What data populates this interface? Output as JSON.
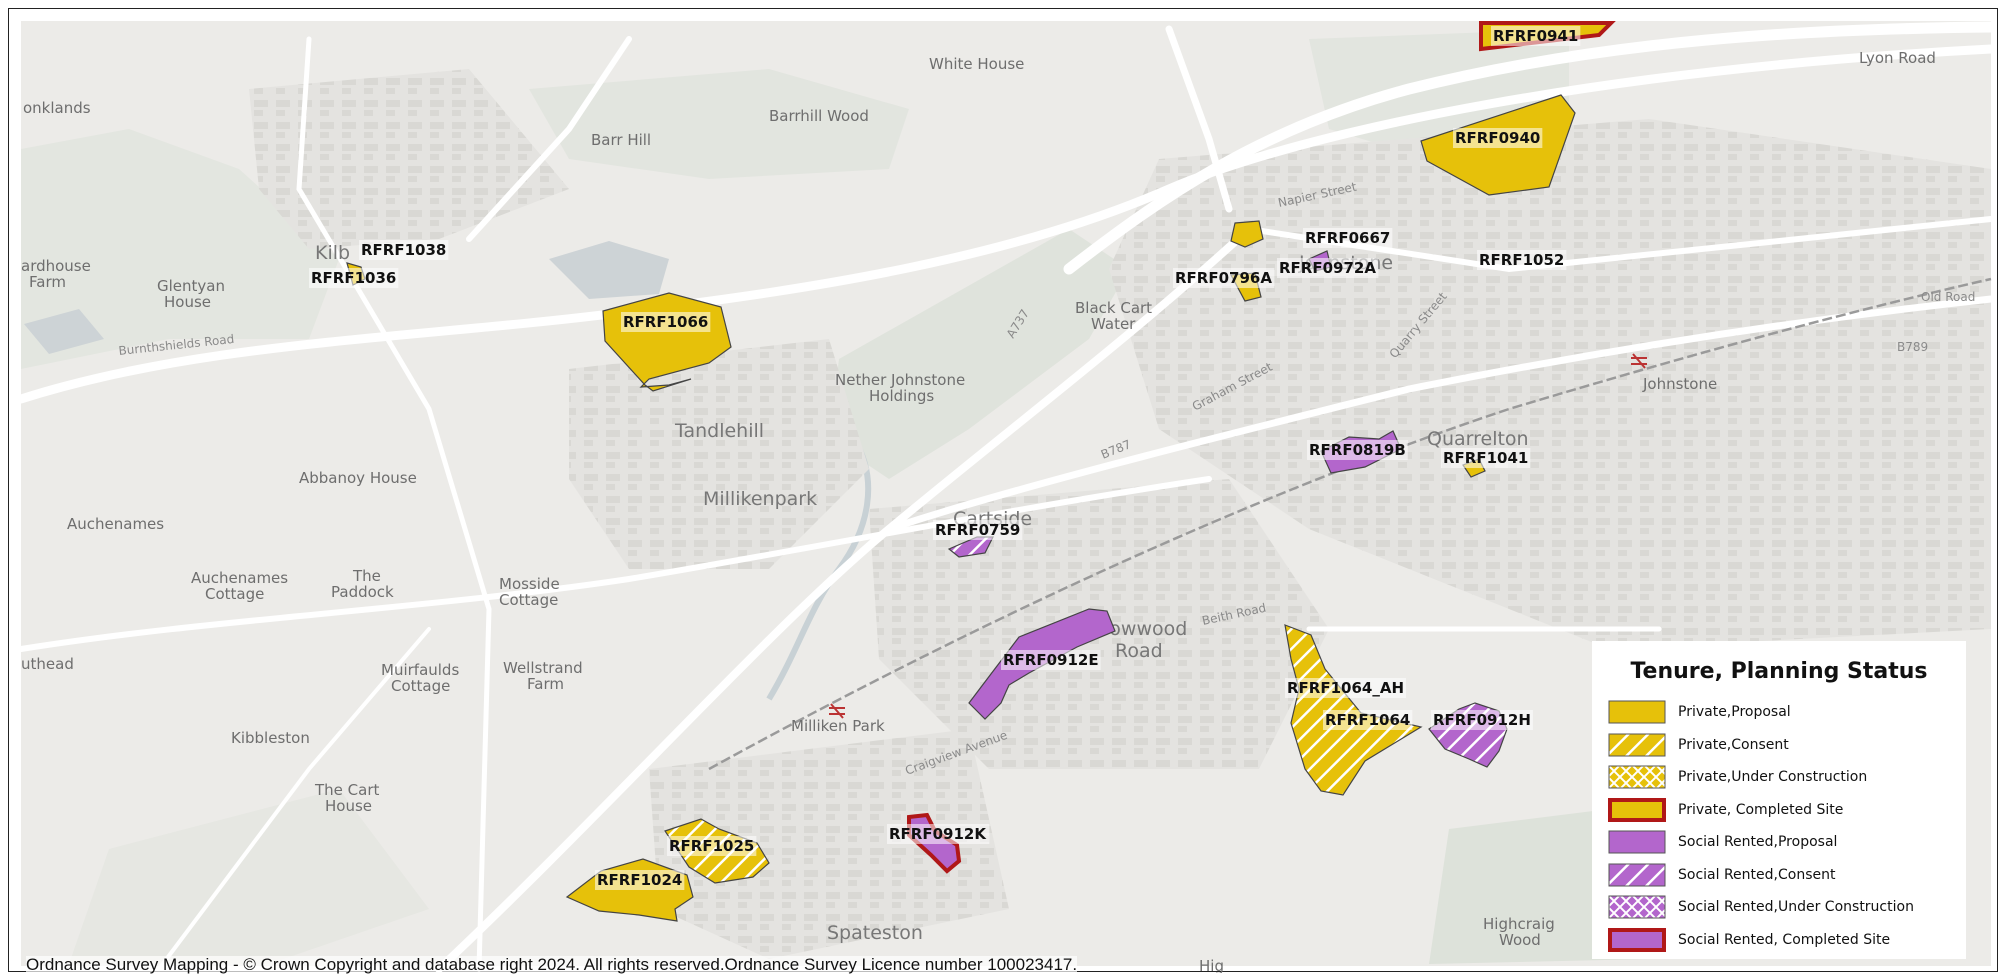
{
  "map": {
    "copyright": "Ordnance Survey Mapping - © Crown Copyright and database right 2024. All rights reserved.Ordnance Survey Licence number 100023417.",
    "colors": {
      "private": "#e6c10a",
      "social": "#b366cc",
      "completed_border": "#b01818",
      "background": "#ecebe8",
      "road": "#ffffff",
      "green": "#dfe3dc"
    },
    "places": {
      "white_house": "White House",
      "barrhill_wood": "Barrhill Wood",
      "barr_hill": "Barr Hill",
      "lyon_road": "Lyon Road",
      "onklands": "onklands",
      "ardhouse": "ardhouse",
      "farm": "Farm",
      "glentyan": "Glentyan",
      "house": "House",
      "kilb": "Kilb",
      "johnstone_town": "Johnstone",
      "black_cart": "Black Cart",
      "water": "Water",
      "nether_johnstone": "Nether Johnstone",
      "holdings": "Holdings",
      "tandlehill": "Tandlehill",
      "millikenpark": "Millikenpark",
      "abbanoy_house": "Abbanoy House",
      "auchenames": "Auchenames",
      "auchenames_cottage_1": "Auchenames",
      "auchenames_cottage_2": "Cottage",
      "the_paddock_1": "The",
      "the_paddock_2": "Paddock",
      "mosside_1": "Mosside",
      "mosside_2": "Cottage",
      "muirfaulds_1": "Muirfaulds",
      "muirfaulds_2": "Cottage",
      "wellstrand_1": "Wellstrand",
      "wellstrand_2": "Farm",
      "kibbleston": "Kibbleston",
      "cart_house_1": "The Cart",
      "cart_house_2": "House",
      "uthead": "uthead",
      "cartside": "Cartside",
      "howwood_1": "Howwood",
      "howwood_2": "Road",
      "quarrelton": "Quarrelton",
      "johnstone_station": "Johnstone",
      "milliken_park": "Milliken Park",
      "spateston": "Spateston",
      "highcraig_1": "Highcraig",
      "highcraig_2": "Wood",
      "hig": "Hig"
    },
    "roads": {
      "a737": "A737",
      "b787": "B787",
      "b789": "B789",
      "napier_street": "Napier Street",
      "graham_street": "Graham Street",
      "quarry_street": "Quarry Street",
      "beith_road": "Beith Road",
      "burnside_road": "Burnthshields Road",
      "old_road": "Old Road",
      "craigview": "Craigview Avenue"
    }
  },
  "sites": [
    {
      "id": "rfrf0941",
      "label": "RFRF0941"
    },
    {
      "id": "rfrf0940",
      "label": "RFRF0940"
    },
    {
      "id": "rfrf1038",
      "label": "RFRF1038"
    },
    {
      "id": "rfrf1036",
      "label": "RFRF1036"
    },
    {
      "id": "rfrf1066",
      "label": "RFRF1066"
    },
    {
      "id": "rfrf0667",
      "label": "RFRF0667"
    },
    {
      "id": "rfrf0796a",
      "label": "RFRF0796A"
    },
    {
      "id": "rfrf0972a",
      "label": "RFRF0972A"
    },
    {
      "id": "rfrf1052",
      "label": "RFRF1052"
    },
    {
      "id": "rfrf0819b",
      "label": "RFRF0819B"
    },
    {
      "id": "rfrf1041",
      "label": "RFRF1041"
    },
    {
      "id": "rfrf0759",
      "label": "RFRF0759"
    },
    {
      "id": "rfrf0912e",
      "label": "RFRF0912E"
    },
    {
      "id": "rfrf1064_ah",
      "label": "RFRF1064_AH"
    },
    {
      "id": "rfrf1064",
      "label": "RFRF1064"
    },
    {
      "id": "rfrf0912h",
      "label": "RFRF0912H"
    },
    {
      "id": "rfrf1025",
      "label": "RFRF1025"
    },
    {
      "id": "rfrf0912k",
      "label": "RFRF0912K"
    },
    {
      "id": "rfrf1024",
      "label": "RFRF1024"
    }
  ],
  "legend": {
    "title": "Tenure, Planning Status",
    "items": [
      {
        "label": "Private,Proposal"
      },
      {
        "label": "Private,Consent"
      },
      {
        "label": "Private,Under Construction"
      },
      {
        "label": "Private, Completed Site"
      },
      {
        "label": "Social Rented,Proposal"
      },
      {
        "label": "Social Rented,Consent"
      },
      {
        "label": "Social Rented,Under Construction"
      },
      {
        "label": "Social Rented, Completed Site"
      }
    ]
  }
}
